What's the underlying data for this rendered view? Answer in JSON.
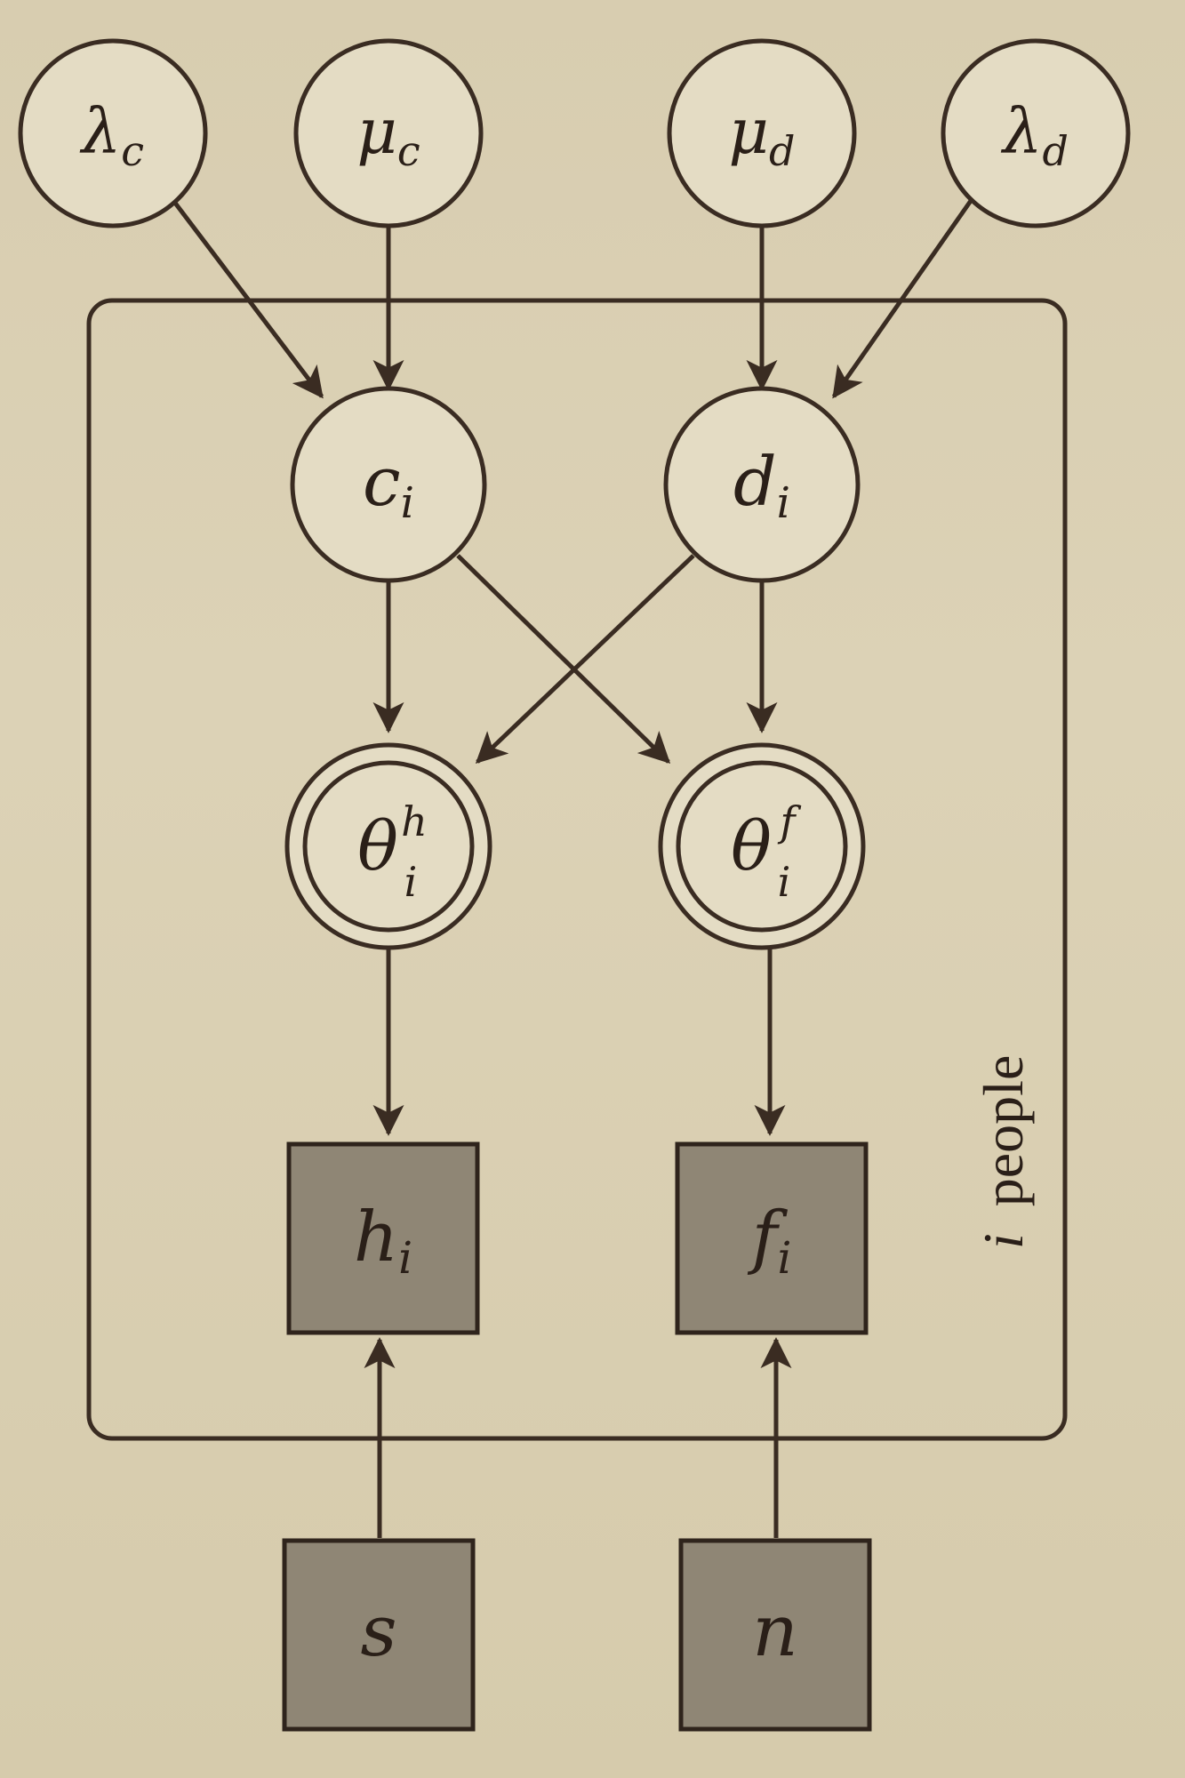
{
  "nodes": {
    "lambda_c": {
      "symbol": "λ",
      "sub": "c"
    },
    "mu_c": {
      "symbol": "μ",
      "sub": "c"
    },
    "mu_d": {
      "symbol": "μ",
      "sub": "d"
    },
    "lambda_d": {
      "symbol": "λ",
      "sub": "d"
    },
    "c_i": {
      "symbol": "c",
      "sub": "i"
    },
    "d_i": {
      "symbol": "d",
      "sub": "i"
    },
    "theta_h": {
      "symbol": "θ",
      "sub": "i",
      "sup": "h"
    },
    "theta_f": {
      "symbol": "θ",
      "sub": "i",
      "sup": "f"
    },
    "h_i": {
      "symbol": "h",
      "sub": "i"
    },
    "f_i": {
      "symbol": "f",
      "sub": "i"
    },
    "s": {
      "symbol": "s"
    },
    "n": {
      "symbol": "n"
    }
  },
  "plate": {
    "index": "i",
    "label": "people"
  },
  "colors": {
    "ink": "#3a2c22",
    "node_fill": "#e4dcc4",
    "observed_fill": "#8f8675",
    "paper": "#d9ceb0"
  }
}
